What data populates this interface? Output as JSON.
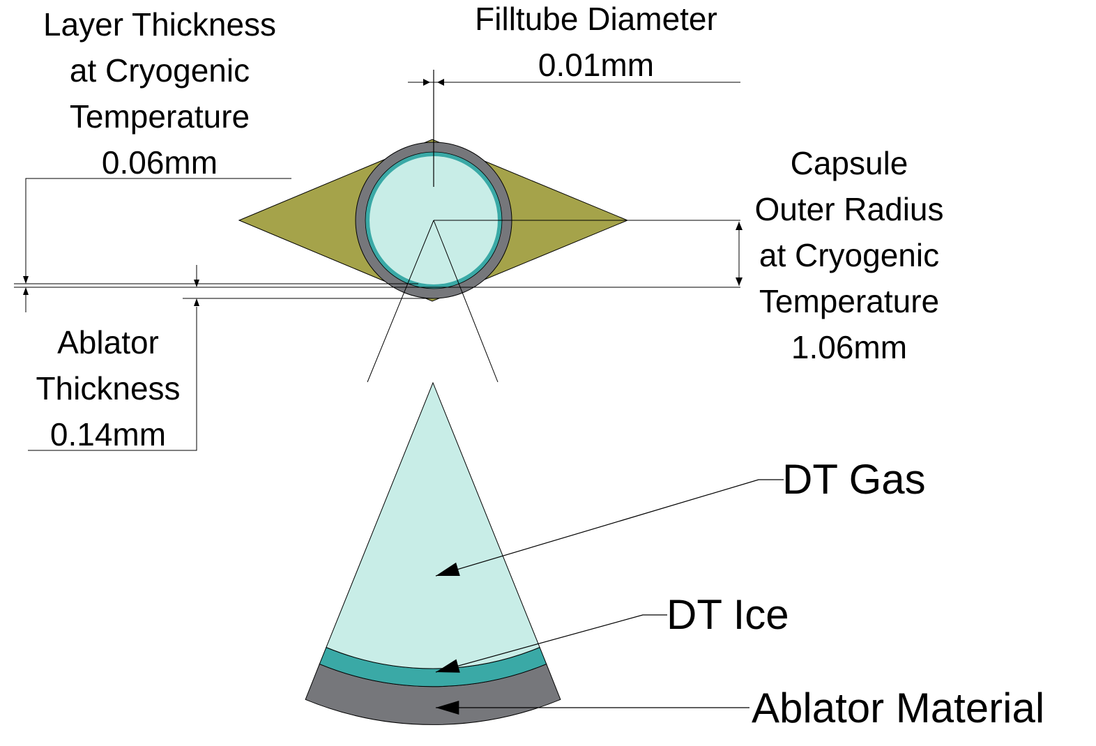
{
  "colors": {
    "gas": "#c8ede7",
    "ice": "#3aa9a6",
    "ablator": "#76777b",
    "filltube_mount": "#a5a34a",
    "line": "#000000"
  },
  "dimensions": {
    "layer_thickness": {
      "lines": [
        "Layer Thickness",
        "at Cryogenic",
        "Temperature",
        "0.06mm"
      ]
    },
    "filltube_diameter": {
      "lines": [
        "Filltube Diameter",
        "0.01mm"
      ]
    },
    "capsule_outer_radius": {
      "lines": [
        "Capsule",
        "Outer Radius",
        "at Cryogenic",
        "Temperature",
        "1.06mm"
      ]
    },
    "ablator_thickness": {
      "lines": [
        "Ablator",
        "Thickness",
        "0.14mm"
      ]
    }
  },
  "legend": {
    "dt_gas": "DT Gas",
    "dt_ice": "DT Ice",
    "ablator_material": "Ablator Material"
  }
}
